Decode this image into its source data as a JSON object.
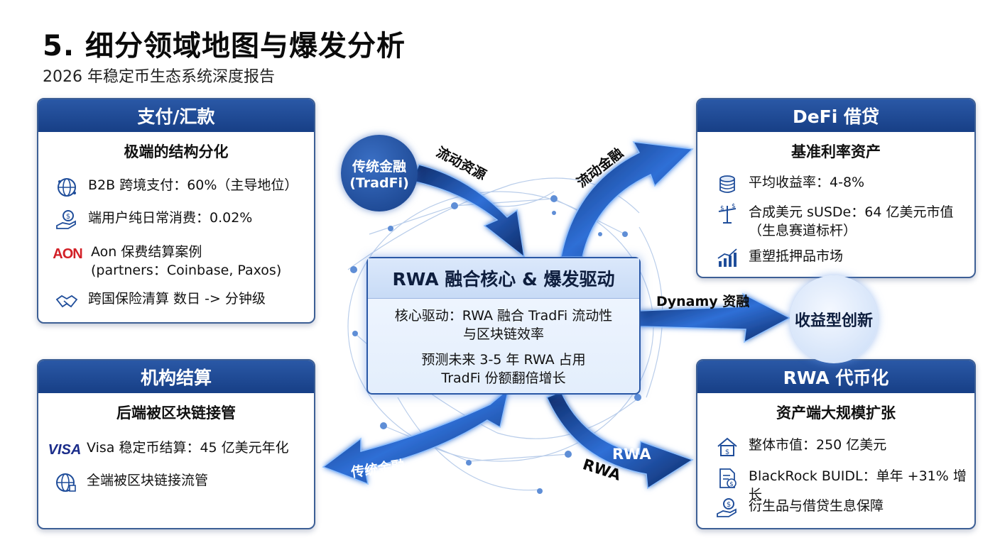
{
  "title": "5. 细分领域地图与爆发分析",
  "subtitle": "2026 年稳定币生态系统深度报告",
  "payments": {
    "header": "支付/汇款",
    "subheader": "极端的结构分化",
    "items": [
      {
        "icon": "globe-network-icon",
        "text": "B2B 跨境支付：60%（主导地位）"
      },
      {
        "icon": "hand-coin-icon",
        "text": "端用户纯日常消费：0.02%"
      },
      {
        "icon": "aon-logo",
        "logo": "AON",
        "text": "Aon 保费结算案例",
        "text2": "(partners：Coinbase, Paxos)"
      },
      {
        "icon": "handshake-icon",
        "text": "跨国保险清算 数日 -> 分钟级"
      }
    ]
  },
  "institutional": {
    "header": "机构结算",
    "subheader": "后端被区块链接管",
    "items": [
      {
        "icon": "visa-logo",
        "logo": "VISA",
        "text": "Visa 稳定币结算：45 亿美元年化"
      },
      {
        "icon": "globe-network-icon",
        "text": "全端被区块链接流管"
      }
    ]
  },
  "defi": {
    "header": "DeFi 借贷",
    "subheader": "基准利率资产",
    "items": [
      {
        "icon": "coin-stack-icon",
        "text": "平均收益率：4-8%"
      },
      {
        "icon": "balance-scale-icon",
        "text": "合成美元 sUSDe：64 亿美元市值",
        "text2": "（生息赛道标杆）"
      },
      {
        "icon": "growth-chart-icon",
        "text": "重塑抵押品市场"
      }
    ]
  },
  "rwa": {
    "header": "RWA 代币化",
    "subheader": "资产端大规模扩张",
    "items": [
      {
        "icon": "house-icon",
        "text": "整体市值：250 亿美元"
      },
      {
        "icon": "document-dollar-icon",
        "text": "BlackRock BUIDL：单年 +31% 增长"
      },
      {
        "icon": "hand-coin-icon",
        "text": "衍生品与借贷生息保障"
      }
    ]
  },
  "center": {
    "header": "RWA 融合核心 & 爆发驱动",
    "line1": "核心驱动：RWA 融合 TradFi 流动性",
    "line2": "与区块链效率",
    "line3": "预测未来 3-5 年 RWA 占用",
    "line4": "TradFi 份额翻倍增长"
  },
  "tradfi_circle": {
    "line1": "传统金融",
    "line2": "(TradFi)"
  },
  "innovation_circle": "收益型创新",
  "flows": {
    "liquidity_source": "流动资源",
    "liquidity_finance": "流动金融",
    "dynamy": "Dynamy 资融",
    "tradfi": "传统金融",
    "rwa_a": "RWA",
    "rwa_b": "RWA"
  },
  "colors": {
    "primary": "#1f4d9a",
    "accent": "#6fa8ff",
    "aon": "#d21f26",
    "visa": "#1a2c8a"
  }
}
